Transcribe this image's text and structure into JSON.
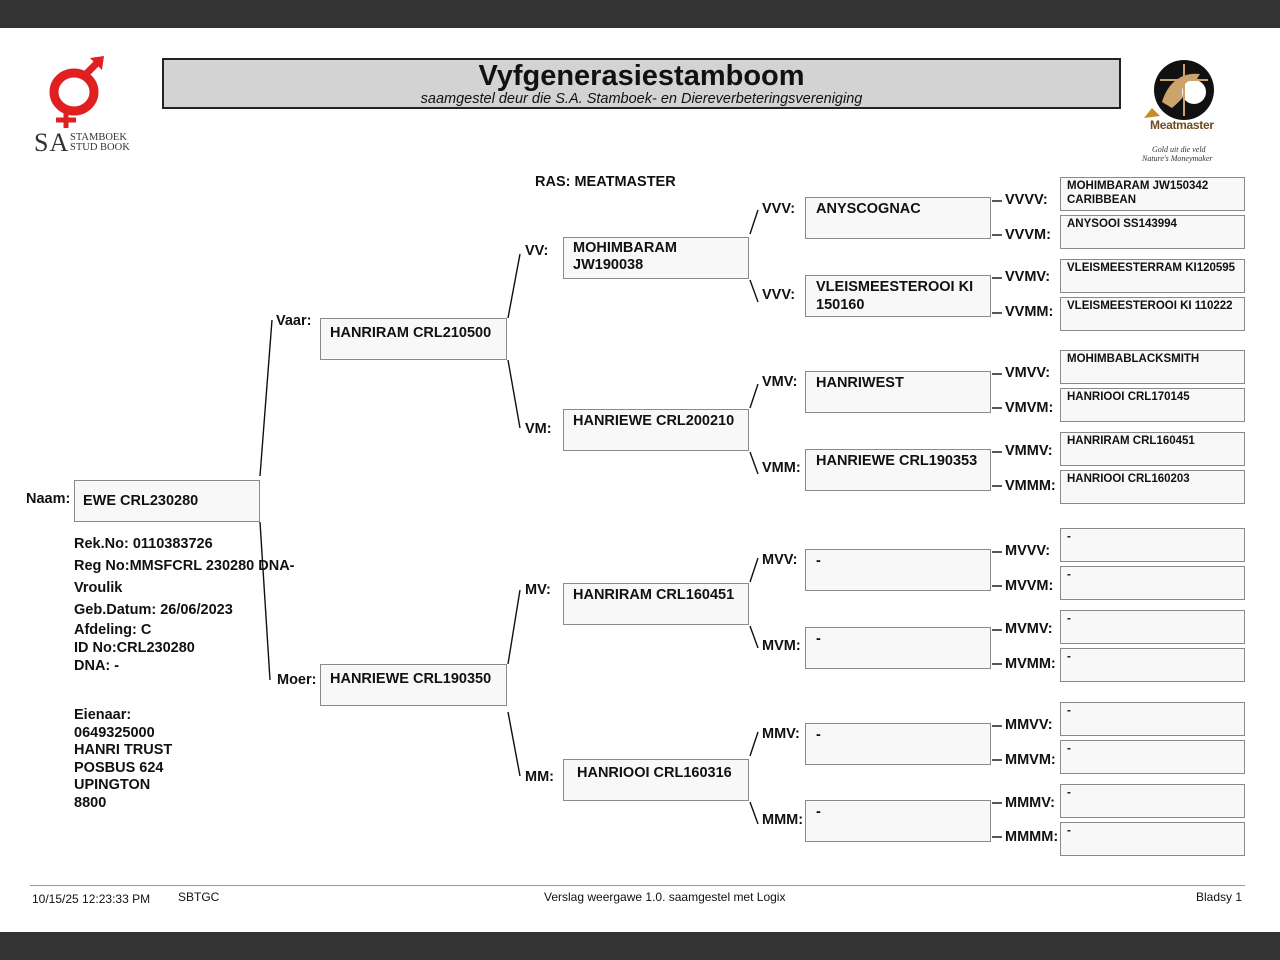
{
  "header": {
    "title": "Vyfgenerasiestamboom",
    "subtitle": "saamgestel deur die S.A. Stamboek- en Diereverbeteringsvereniging",
    "left_logo": {
      "letters": "SA",
      "line1": "STAMBOEK",
      "line2": "STUD BOOK",
      "color": "#e02020"
    },
    "right_logo": {
      "brand": "Meatmaster",
      "tagline1": "Gold uit die veld",
      "tagline2": "Nature's Moneymaker"
    }
  },
  "breed": "RAS: MEATMASTER",
  "animal": {
    "label": "Naam:",
    "name": "EWE CRL230280",
    "details": [
      "Rek.No: 0110383726",
      "Reg No:MMSFCRL 230280 DNA-",
      "Vroulik",
      "Geb.Datum: 26/06/2023",
      "Afdeling: C",
      "ID No:CRL230280",
      "DNA: -"
    ],
    "owner": [
      "Eienaar:",
      "0649325000",
      "HANRI TRUST",
      "POSBUS 624",
      "UPINGTON",
      "8800"
    ]
  },
  "gen2": {
    "sire": {
      "label": "Vaar:",
      "name": "HANRIRAM CRL210500"
    },
    "dam": {
      "label": "Moer:",
      "name": "HANRIEWE CRL190350"
    }
  },
  "gen3": {
    "vv": {
      "label": "VV:",
      "name": "MOHIMBARAM JW190038"
    },
    "vm": {
      "label": "VM:",
      "name": "HANRIEWE CRL200210"
    },
    "mv": {
      "label": "MV:",
      "name": "HANRIRAM CRL160451"
    },
    "mm": {
      "label": "MM:",
      "name": "HANRIOOI CRL160316"
    }
  },
  "gen4": {
    "vvv1": {
      "label": "VVV:",
      "name": "ANYSCOGNAC"
    },
    "vvv2": {
      "label": "VVV:",
      "name": "VLEISMEESTEROOI KI 150160"
    },
    "vmv": {
      "label": "VMV:",
      "name": "HANRIWEST"
    },
    "vmm": {
      "label": "VMM:",
      "name": "HANRIEWE CRL190353"
    },
    "mvv": {
      "label": "MVV:",
      "name": "-"
    },
    "mvm": {
      "label": "MVM:",
      "name": "-"
    },
    "mmv": {
      "label": "MMV:",
      "name": "-"
    },
    "mmm": {
      "label": "MMM:",
      "name": "-"
    }
  },
  "gen5": {
    "vvvv": {
      "label": "VVVV:",
      "name": "MOHIMBARAM JW150342 CARIBBEAN"
    },
    "vvvm": {
      "label": "VVVM:",
      "name": "ANYSOOI SS143994"
    },
    "vvmv": {
      "label": "VVMV:",
      "name": "VLEISMEESTERRAM KI120595"
    },
    "vvmm": {
      "label": "VVMM:",
      "name": "VLEISMEESTEROOI KI 110222"
    },
    "vmvv": {
      "label": "VMVV:",
      "name": "MOHIMBABLACKSMITH"
    },
    "vmvm": {
      "label": "VMVM:",
      "name": "HANRIOOI CRL170145"
    },
    "vmmv": {
      "label": "VMMV:",
      "name": "HANRIRAM CRL160451"
    },
    "vmmm": {
      "label": "VMMM:",
      "name": "HANRIOOI CRL160203"
    },
    "mvvv": {
      "label": "MVVV:",
      "name": "-"
    },
    "mvvm": {
      "label": "MVVM:",
      "name": "-"
    },
    "mvmv": {
      "label": "MVMV:",
      "name": "-"
    },
    "mvmm": {
      "label": "MVMM:",
      "name": "-"
    },
    "mmvv": {
      "label": "MMVV:",
      "name": "-"
    },
    "mmvm": {
      "label": "MMVM:",
      "name": "-"
    },
    "mmmv": {
      "label": "MMMV:",
      "name": "-"
    },
    "mmmm": {
      "label": "MMMM:",
      "name": "-"
    }
  },
  "footer": {
    "timestamp": "10/15/25 12:23:33 PM",
    "code": "SBTGC",
    "report": "Verslag weergawe 1.0. saamgestel met Logix",
    "page": "Bladsy 1"
  }
}
